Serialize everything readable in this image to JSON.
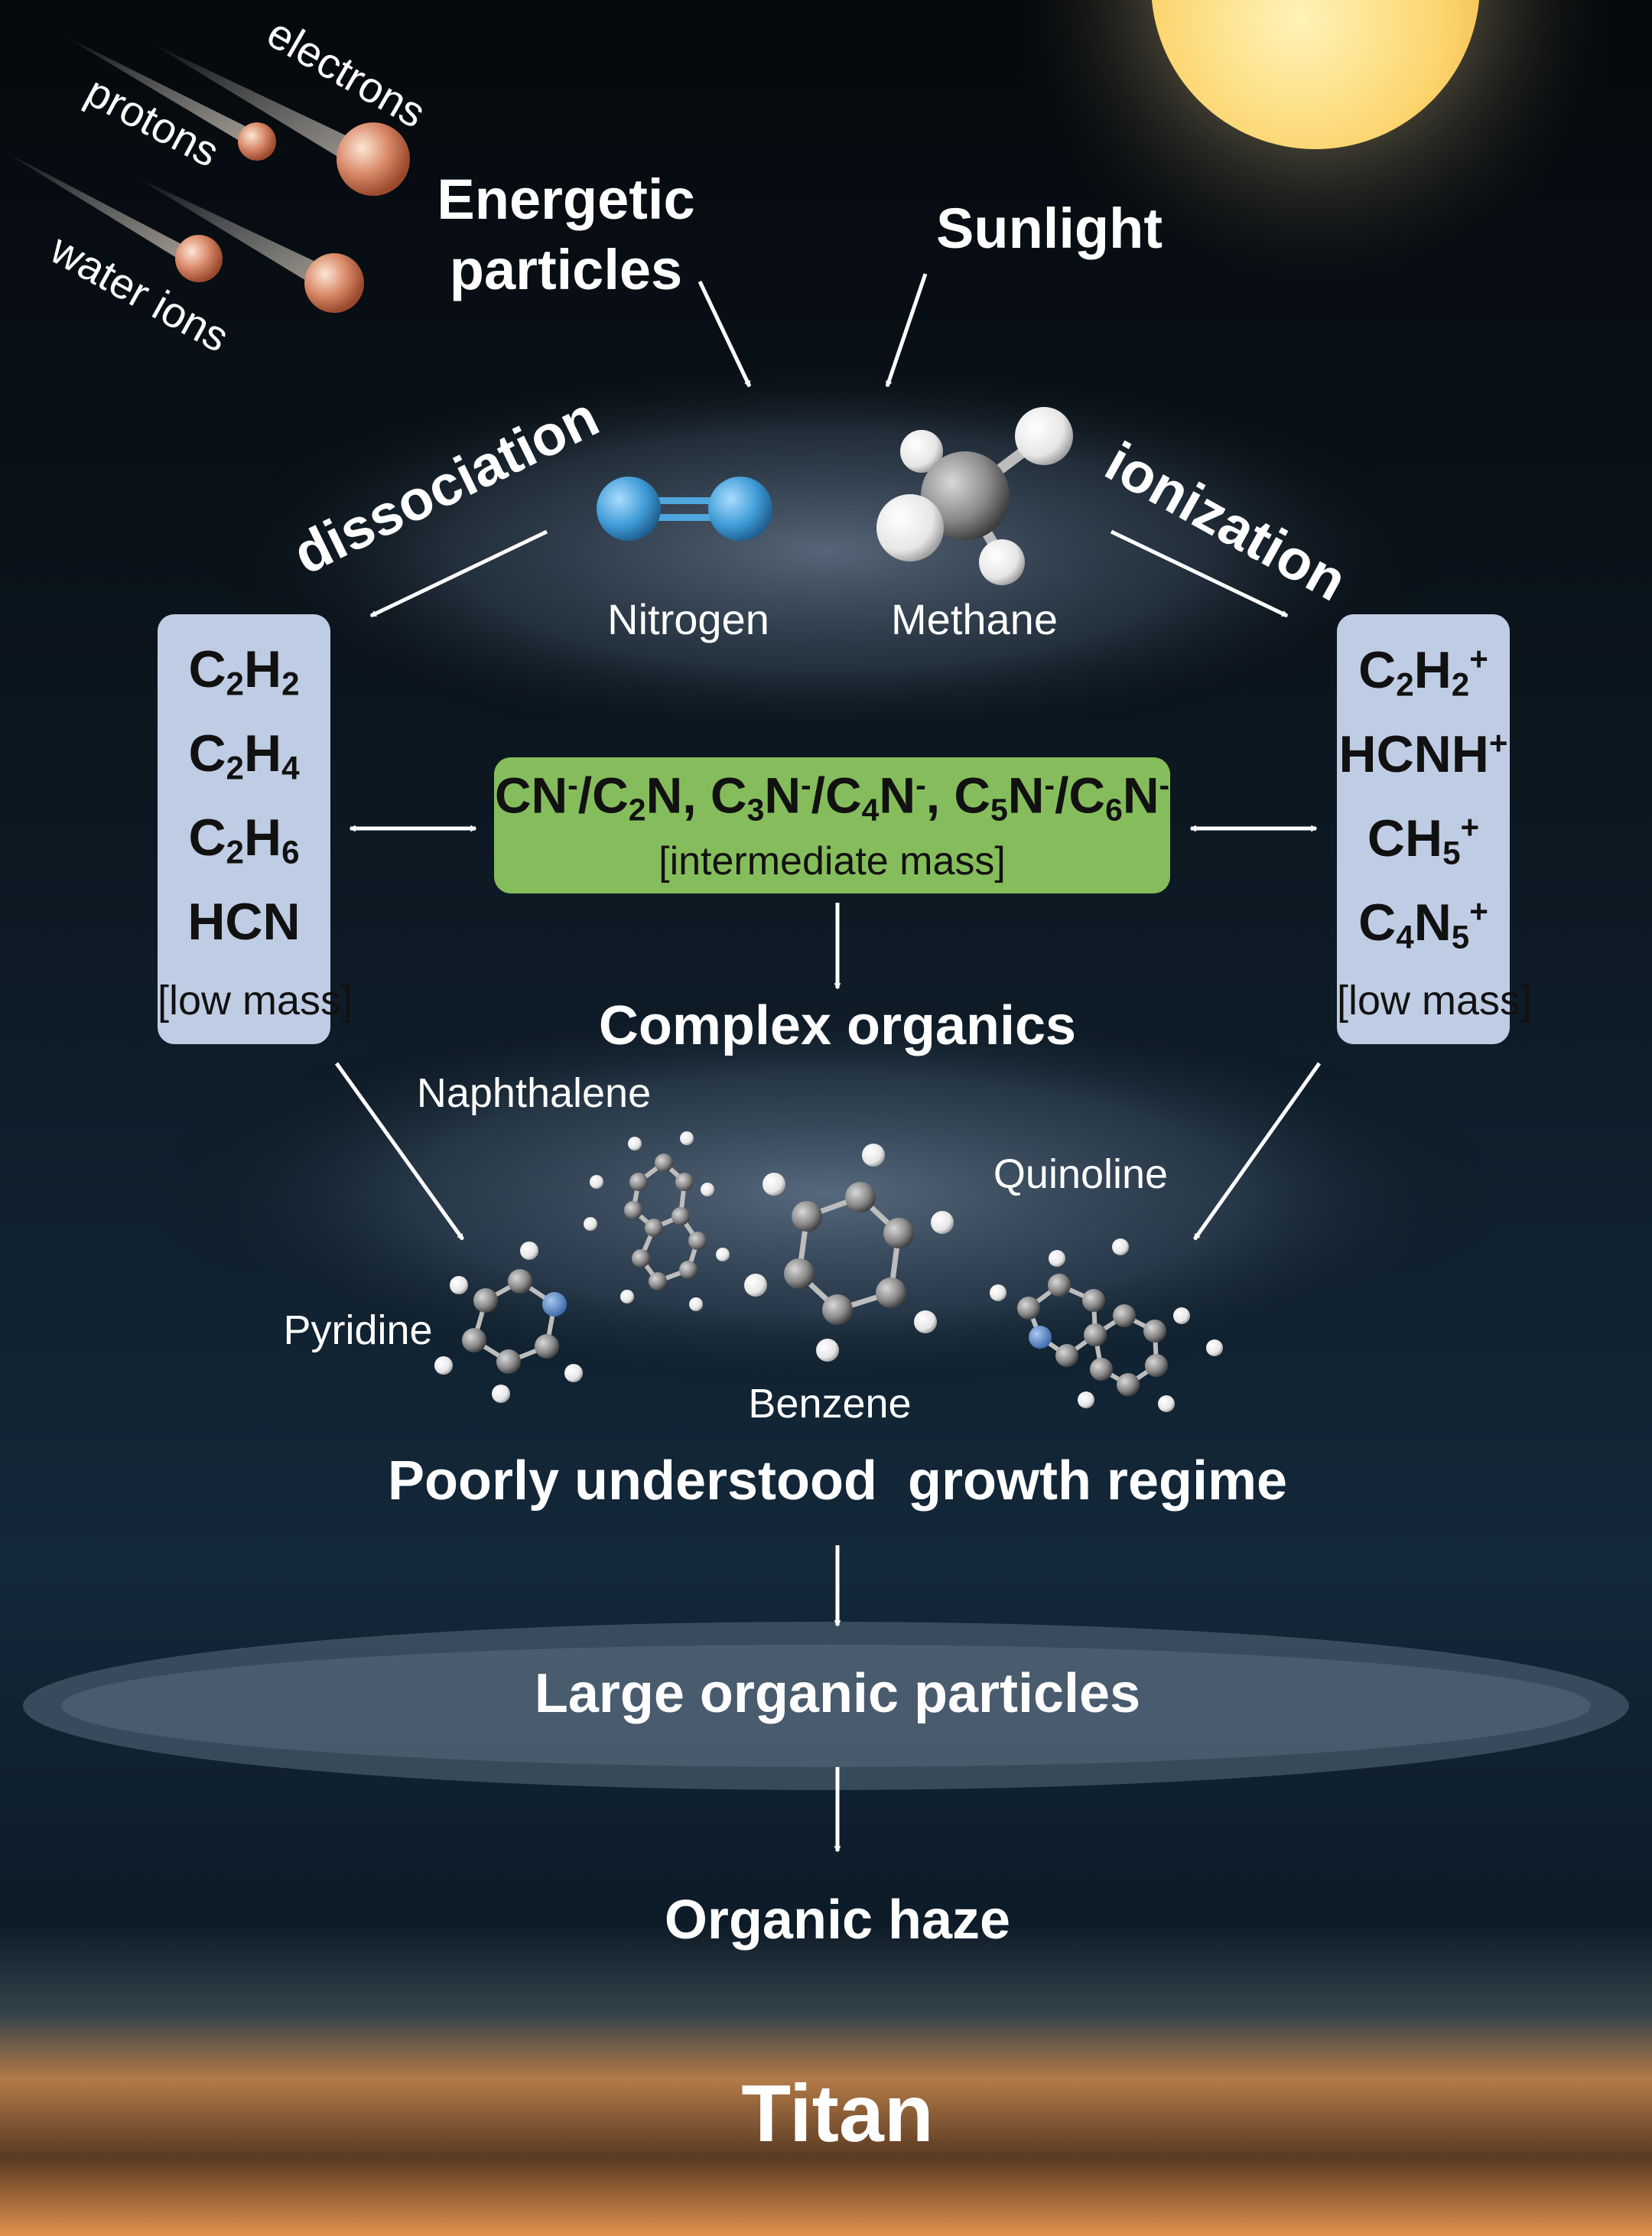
{
  "particles": {
    "title_line1": "Energetic",
    "title_line2": "particles",
    "electrons": "electrons",
    "protons": "protons",
    "water_ions": "water ions"
  },
  "sunlight": "Sunlight",
  "process": {
    "dissociation": "dissociation",
    "ionization": "ionization"
  },
  "molecules": {
    "nitrogen": "Nitrogen",
    "methane": "Methane",
    "naphthalene": "Naphthalene",
    "quinoline": "Quinoline",
    "pyridine": "Pyridine",
    "benzene": "Benzene"
  },
  "neutrals_box": {
    "f1": {
      "a": "C",
      "b": "2",
      "c": "H",
      "d": "2"
    },
    "f2": {
      "a": "C",
      "b": "2",
      "c": "H",
      "d": "4"
    },
    "f3": {
      "a": "C",
      "b": "2",
      "c": "H",
      "d": "6"
    },
    "f4": "HCN",
    "mass": "[low mass]"
  },
  "ions_box": {
    "f1": {
      "a": "C",
      "b": "2",
      "c": "H",
      "d": "2",
      "e": "+"
    },
    "f2": {
      "a": "HCNH",
      "b": "+"
    },
    "f3": {
      "a": "CH",
      "b": "5",
      "c": "+"
    },
    "f4": {
      "a": "C",
      "b": "4",
      "c": "N",
      "d": "5",
      "e": "+"
    },
    "mass": "[low mass]"
  },
  "anions_box": {
    "formula": {
      "p1": "CN",
      "p2": "-",
      "p3": "/C",
      "p4": "2",
      "p5": "N, C",
      "p6": "3",
      "p7": "N",
      "p8": "-",
      "p9": "/C",
      "p10": "4",
      "p11": "N",
      "p12": "-",
      "p13": ", C",
      "p14": "5",
      "p15": "N",
      "p16": "-",
      "p17": "/C",
      "p18": "6",
      "p19": "N",
      "p20": "-"
    },
    "mass": "[intermediate mass]"
  },
  "flow": {
    "complex_organics": "Complex organics",
    "growth_regime": "Poorly understood  growth regime",
    "large_particles": "Large organic particles",
    "organic_haze": "Organic haze",
    "titan": "Titan"
  },
  "colors": {
    "neutral_box": "#bfcde4",
    "anion_box": "#86bd5c",
    "sun": "#fbd97a",
    "nitrogen_atom": "#3f9bd6",
    "carbon_atom": "#8a8a8a",
    "hydrogen_atom": "#f2f2f2",
    "particle": "#d98a6a"
  }
}
